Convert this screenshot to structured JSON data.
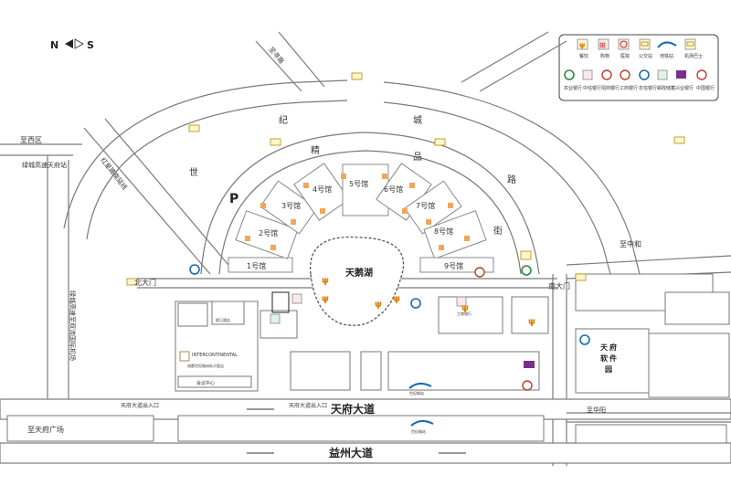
{
  "compass": {
    "north": "N",
    "south": "S"
  },
  "legend": {
    "row1": [
      {
        "label": "餐饮",
        "icon": "fork-knife-icon",
        "color": "#e07b00"
      },
      {
        "label": "购物",
        "icon": "shopping-cart-icon",
        "color": "#c0392b"
      },
      {
        "label": "医院",
        "icon": "hospital-icon",
        "color": "#c0392b"
      },
      {
        "label": "公交站",
        "icon": "bus-stop-icon",
        "color": "#b58b00"
      },
      {
        "label": "地铁站",
        "icon": "subway-icon",
        "color": "#1a6bb0"
      },
      {
        "label": "机场巴士",
        "icon": "airport-bus-icon",
        "color": "#b58b00"
      }
    ],
    "row2": [
      {
        "label": "农业银行",
        "icon": "abc-bank-icon",
        "color": "#2b8a3e"
      },
      {
        "label": "中信银行",
        "icon": "citic-bank-icon",
        "color": "#c0392b"
      },
      {
        "label": "招商银行",
        "icon": "cmb-bank-icon",
        "color": "#c0392b"
      },
      {
        "label": "工商银行",
        "icon": "icbc-bank-icon",
        "color": "#c0392b"
      },
      {
        "label": "农信银行",
        "icon": "rural-credit-icon",
        "color": "#1a6bb0"
      },
      {
        "label": "邮政储蓄",
        "icon": "postal-bank-icon",
        "color": "#2b8a3e"
      },
      {
        "label": "兴业银行",
        "icon": "cib-bank-icon",
        "color": "#7b2d8b"
      },
      {
        "label": "中国银行",
        "icon": "boc-bank-icon",
        "color": "#c0392b"
      }
    ]
  },
  "roads": {
    "zhiyue": "至寻路",
    "jicheng": [
      "纪",
      "城"
    ],
    "shijie": [
      "世",
      "纪",
      "城",
      "路"
    ],
    "jingpin": [
      "精",
      "品"
    ],
    "lujie": [
      "路",
      "街"
    ],
    "hongxing": "红星路南延线",
    "zhixiqu": "至西区",
    "tianfu_station": "绿城高速天府站",
    "zhizhonghe": "至中和",
    "zhitianfu_square": "至天府广场",
    "zhihuayang": "至华阳",
    "airport_rd": "绿城高速至双流国际机场",
    "tianfu_avenue": "天府大道",
    "yizhou_avenue": "益州大道"
  },
  "halls": [
    "1号馆",
    "2号馆",
    "3号馆",
    "4号馆",
    "5号馆",
    "6号馆",
    "7号馆",
    "8号馆",
    "9号馆"
  ],
  "gates": {
    "north": "北大门",
    "south": "南大门"
  },
  "lake": "天鹅湖",
  "places": {
    "intercontinental_en": "INTERCONTINENTAL",
    "intercontinental_cn": "成都世纪城洲际大饭店",
    "software_park": [
      "天",
      "府",
      "软",
      "件",
      "园"
    ],
    "tianfu_entrance1": "天府大道出入口",
    "tianfu_entrance2": "天府大道出入口",
    "parking": "P",
    "center": "会议中心",
    "hotel_small": "假日酒店",
    "bank_label": "工商银行",
    "subway_label1": "世纪城站",
    "subway_label2": "世纪城站"
  }
}
